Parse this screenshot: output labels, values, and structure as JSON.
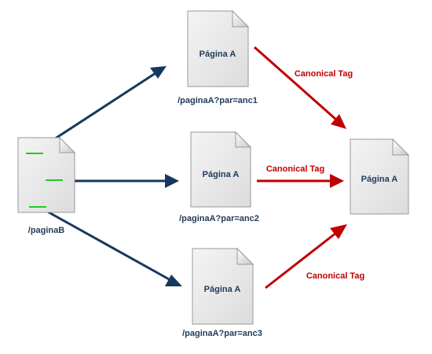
{
  "colors": {
    "link_arrow": "#17375e",
    "canonical_arrow": "#c00000",
    "link_marks": "#22cc22",
    "document_fill": "#e6e6e6",
    "document_stroke": "#9a9a9a"
  },
  "source": {
    "label": "/paginaB",
    "icon": "document-with-links-icon"
  },
  "variants": [
    {
      "title": "Página A",
      "url": "/paginaA?par=anc1",
      "icon": "document-icon"
    },
    {
      "title": "Página A",
      "url": "/paginaA?par=anc2",
      "icon": "document-icon"
    },
    {
      "title": "Página A",
      "url": "/paginaA?par=anc3",
      "icon": "document-icon"
    }
  ],
  "target": {
    "title": "Página A",
    "icon": "document-icon"
  },
  "canonical": [
    {
      "label": "Canonical Tag"
    },
    {
      "label": "Canonical Tag"
    },
    {
      "label": "Canonical Tag"
    }
  ]
}
